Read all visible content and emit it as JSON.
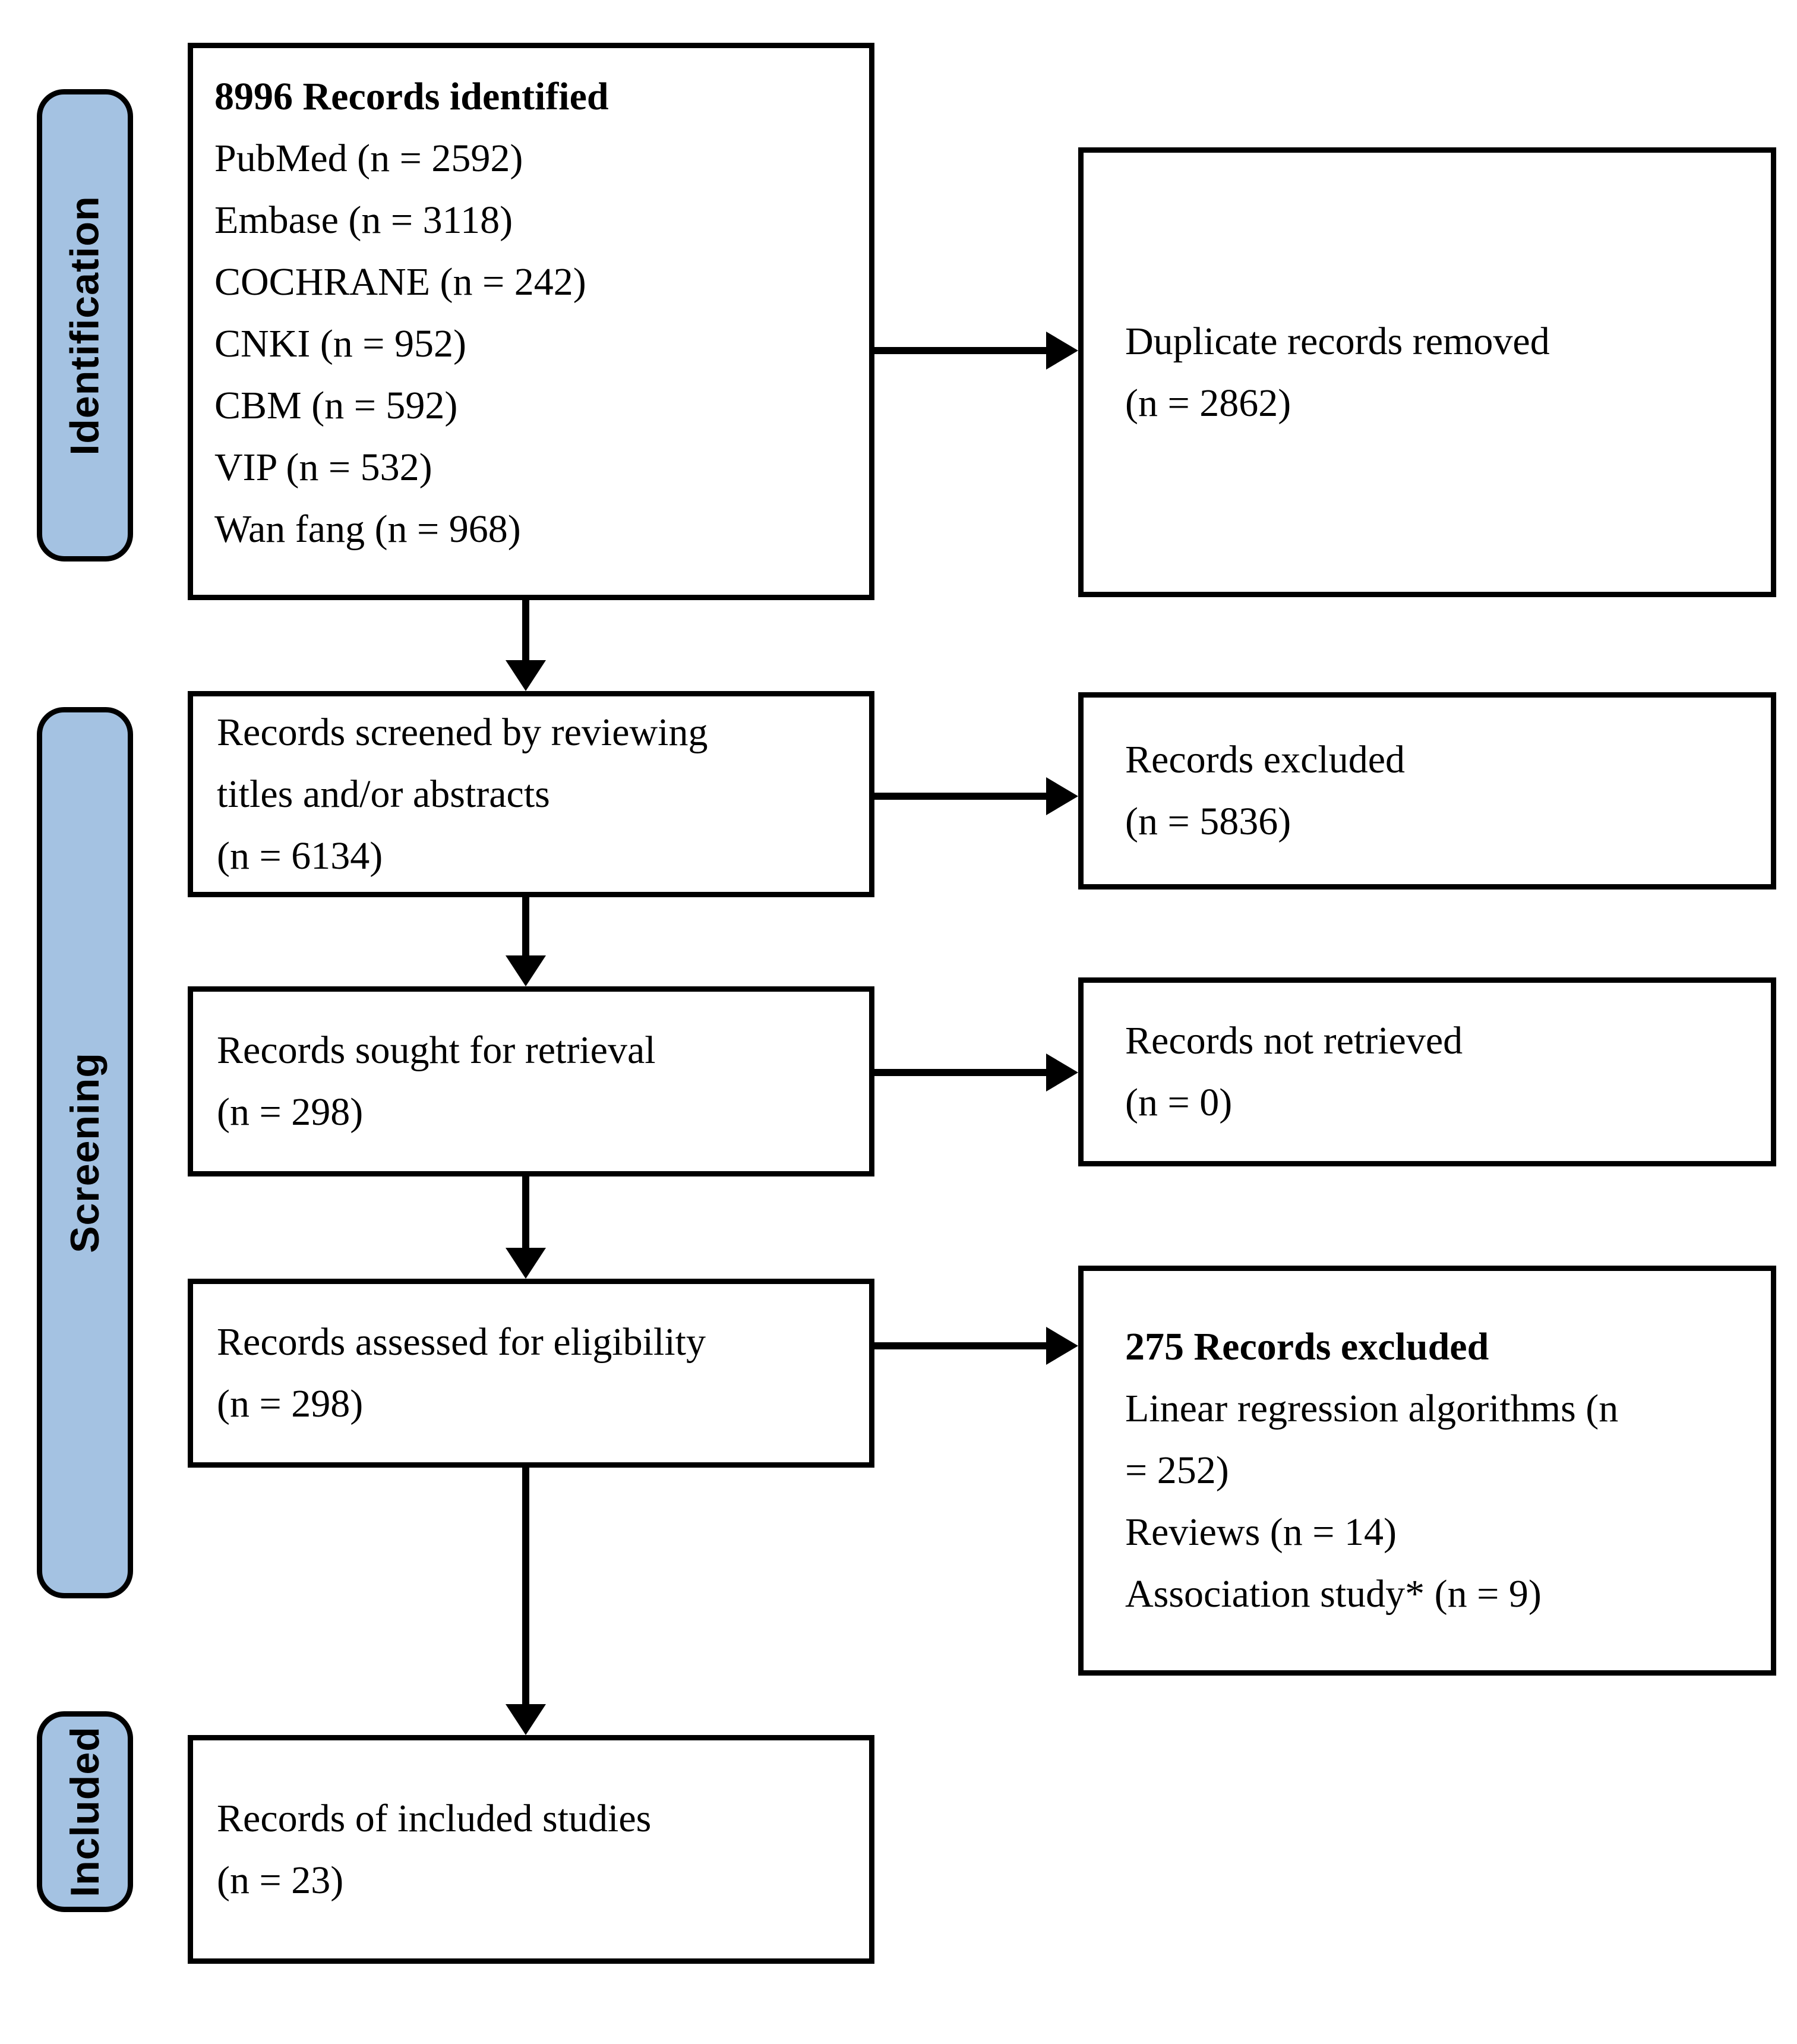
{
  "diagram_type": "PRISMA flow diagram",
  "colors": {
    "stage_fill": "#a4c2e2",
    "line_color": "#000000",
    "background": "#ffffff"
  },
  "sidebar": {
    "stages": [
      {
        "label": "Identification"
      },
      {
        "label": "Screening"
      },
      {
        "label": "Included"
      }
    ]
  },
  "boxes": {
    "identified": {
      "title": "8996 Records identified",
      "lines": [
        "PubMed (n = 2592)",
        "Embase (n = 3118)",
        "COCHRANE (n = 242)",
        "CNKI (n = 952)",
        "CBM (n = 592)",
        "VIP (n = 532)",
        "Wan fang (n = 968)"
      ]
    },
    "screened": {
      "lines": [
        "Records screened by reviewing",
        "titles and/or abstracts",
        "(n = 6134)"
      ]
    },
    "sought": {
      "lines": [
        "Records sought for retrieval",
        "(n = 298)"
      ]
    },
    "assessed": {
      "lines": [
        "Records assessed for eligibility",
        "(n = 298)"
      ]
    },
    "included_studies": {
      "lines": [
        "Records of included studies",
        "(n = 23)"
      ]
    },
    "duplicates_removed": {
      "lines": [
        "Duplicate records removed",
        "(n = 2862)"
      ]
    },
    "records_excluded": {
      "lines": [
        "Records excluded",
        "(n = 5836)"
      ]
    },
    "not_retrieved": {
      "lines": [
        "Records not retrieved",
        "(n = 0)"
      ]
    },
    "excluded_eligibility": {
      "title": "275 Records excluded",
      "lines": [
        "Linear regression algorithms (n",
        "= 252)",
        "Reviews (n = 14)",
        "Association study* (n = 9)"
      ]
    }
  }
}
